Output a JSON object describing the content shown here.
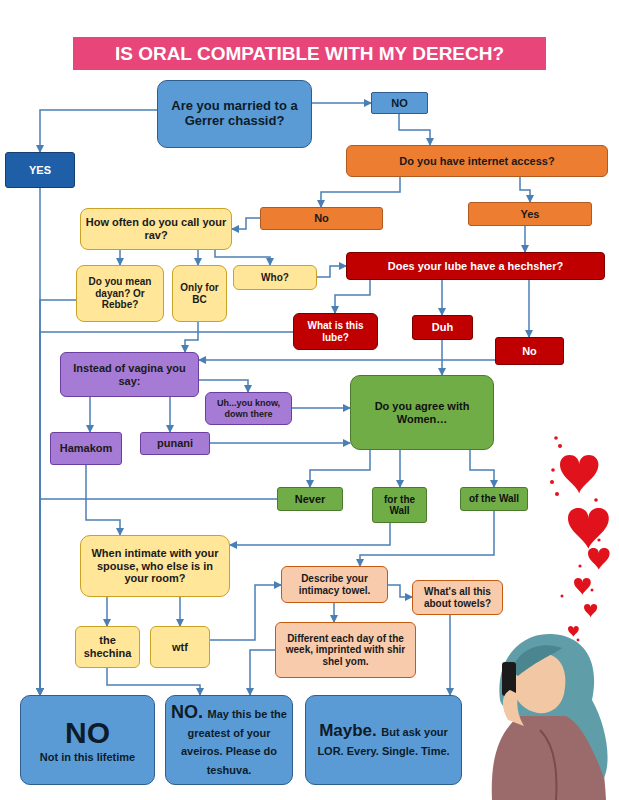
{
  "diagram": {
    "title": "IS ORAL COMPATIBLE WITH MY DERECH?",
    "nodes": [
      {
        "text": [
          "Are you married to a Gerrer chassid?"
        ]
      },
      {
        "text": [
          "NO"
        ]
      },
      {
        "text": [
          "YES"
        ]
      },
      {
        "text": [
          "Do you have internet access?"
        ]
      },
      {
        "text": [
          "How often do you call your rav?"
        ]
      },
      {
        "text": [
          "No"
        ]
      },
      {
        "text": [
          "Yes"
        ]
      },
      {
        "text": [
          "Do you mean dayan? Or Rebbe?"
        ]
      },
      {
        "text": [
          "Only for BC"
        ]
      },
      {
        "text": [
          "Who?"
        ]
      },
      {
        "text": [
          "Does your lube have a hechsher?"
        ]
      },
      {
        "text": [
          "What is this lube?"
        ]
      },
      {
        "text": [
          "Duh"
        ]
      },
      {
        "text": [
          "No"
        ]
      },
      {
        "text": [
          "Instead of vagina you say:"
        ]
      },
      {
        "text": [
          "Uh...you know, down there"
        ]
      },
      {
        "text": [
          "Do you agree with Women…"
        ]
      },
      {
        "text": [
          "Hamakom"
        ]
      },
      {
        "text": [
          "punani"
        ]
      },
      {
        "text": [
          "Never"
        ]
      },
      {
        "text": [
          "for the Wall"
        ]
      },
      {
        "text": [
          "of the Wall"
        ]
      },
      {
        "text": [
          "When intimate with your spouse, who else is in your room?"
        ]
      },
      {
        "text": [
          "Describe your intimacy towel."
        ]
      },
      {
        "text": [
          "What's all this about towels?"
        ]
      },
      {
        "text": [
          "the shechina"
        ]
      },
      {
        "text": [
          "wtf"
        ]
      },
      {
        "text": [
          "Different each day of the week, imprinted with shir shel yom."
        ]
      },
      {
        "text": [
          "NO",
          "Not in this lifetime"
        ]
      },
      {
        "text": [
          "NO.",
          "May this be the greatest of your aveiros. Please do teshuva."
        ]
      },
      {
        "text": [
          "Maybe.",
          "But ask your LOR. Every. Single. Time."
        ]
      }
    ],
    "edges": [
      {
        "from": 0,
        "to": 1,
        "arrow": "to"
      },
      {
        "from": 0,
        "to": 2,
        "arrow": "to"
      },
      {
        "from": 1,
        "to": 3,
        "arrow": "to"
      },
      {
        "from": 3,
        "to": 5,
        "arrow": "to"
      },
      {
        "from": 3,
        "to": 6,
        "arrow": "to"
      },
      {
        "from": 5,
        "to": 4,
        "arrow": "to"
      },
      {
        "from": 6,
        "to": 10,
        "arrow": "to"
      },
      {
        "from": 4,
        "to": 7,
        "arrow": "to"
      },
      {
        "from": 4,
        "to": 8,
        "arrow": "to"
      },
      {
        "from": 4,
        "to": 9,
        "arrow": "to"
      },
      {
        "from": 9,
        "to": 10,
        "arrow": "to"
      },
      {
        "from": 10,
        "to": 11,
        "arrow": "to"
      },
      {
        "from": 10,
        "to": 12,
        "arrow": "to"
      },
      {
        "from": 10,
        "to": 13,
        "arrow": "to"
      },
      {
        "from": 2,
        "to": 28,
        "arrow": "to"
      },
      {
        "from": 11,
        "to": 28,
        "arrow": "to"
      },
      {
        "from": 7,
        "to": 28,
        "arrow": "to"
      },
      {
        "from": 8,
        "to": 14,
        "arrow": "to"
      },
      {
        "from": 13,
        "to": 14,
        "arrow": "to"
      },
      {
        "from": 12,
        "to": 16,
        "arrow": "to"
      },
      {
        "from": 14,
        "to": 17,
        "arrow": "to"
      },
      {
        "from": 14,
        "to": 18,
        "arrow": "to"
      },
      {
        "from": 14,
        "to": 15,
        "arrow": "to"
      },
      {
        "from": 15,
        "to": 16,
        "arrow": "to"
      },
      {
        "from": 18,
        "to": 16,
        "arrow": "to"
      },
      {
        "from": 17,
        "to": 22,
        "arrow": "to"
      },
      {
        "from": 16,
        "to": 19,
        "arrow": "to"
      },
      {
        "from": 16,
        "to": 20,
        "arrow": "to"
      },
      {
        "from": 16,
        "to": 21,
        "arrow": "to"
      },
      {
        "from": 19,
        "to": 28,
        "arrow": "to"
      },
      {
        "from": 20,
        "to": 22,
        "arrow": "to"
      },
      {
        "from": 21,
        "to": 23,
        "arrow": "to"
      },
      {
        "from": 22,
        "to": 25,
        "arrow": "to"
      },
      {
        "from": 22,
        "to": 26,
        "arrow": "to"
      },
      {
        "from": 26,
        "to": 23,
        "arrow": "to"
      },
      {
        "from": 23,
        "to": 27,
        "arrow": "to"
      },
      {
        "from": 23,
        "to": 24,
        "arrow": "to"
      },
      {
        "from": 25,
        "to": 29,
        "arrow": "to"
      },
      {
        "from": 27,
        "to": 29,
        "arrow": "to"
      },
      {
        "from": 24,
        "to": 30,
        "arrow": "to"
      }
    ]
  }
}
